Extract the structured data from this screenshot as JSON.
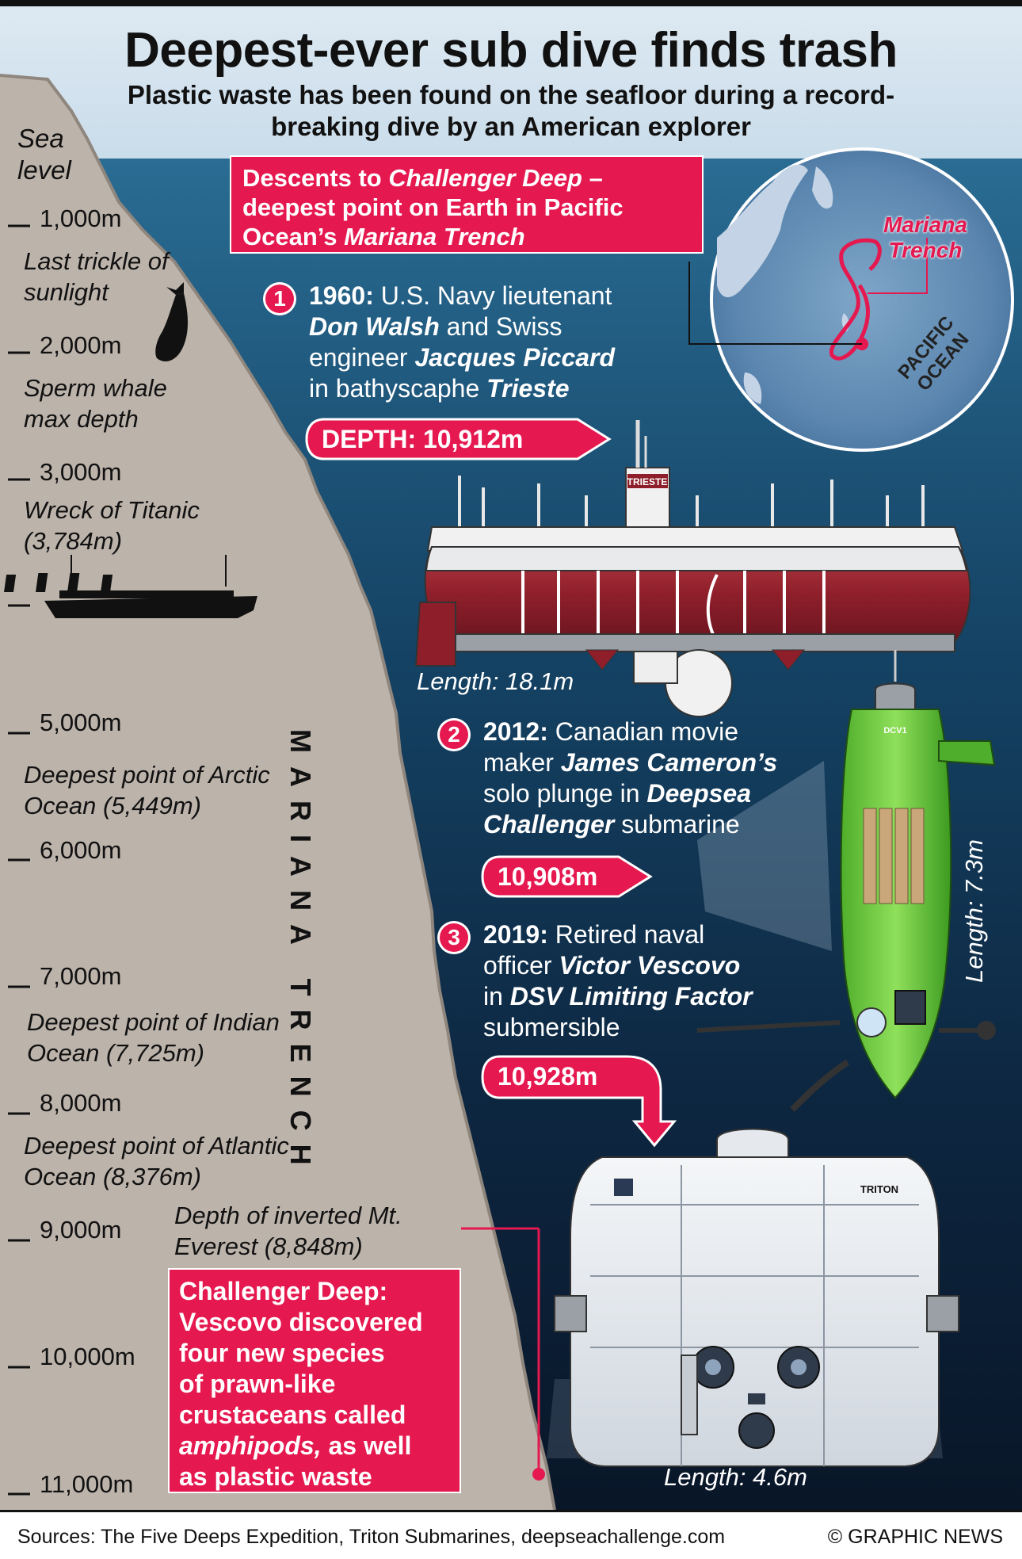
{
  "header": {
    "title": "Deepest-ever sub dive finds trash",
    "subtitle": "Plastic waste has been found on the seafloor during a record-breaking dive by an American explorer"
  },
  "depth_scale": {
    "sea_level": "Sea level",
    "marks": [
      "1,000m",
      "2,000m",
      "3,000m",
      "5,000m",
      "6,000m",
      "7,000m",
      "8,000m",
      "9,000m",
      "10,000m",
      "11,000m"
    ],
    "notes": {
      "sunlight": "Last trickle of sunlight",
      "whale": "Sperm whale max depth",
      "titanic": "Wreck of Titanic (3,784m)",
      "arctic": "Deepest point of Arctic Ocean (5,449m)",
      "indian": "Deepest point of Indian Ocean (7,725m)",
      "atlantic": "Deepest point of Atlantic Ocean (8,376m)",
      "everest": "Depth of inverted Mt. Everest (8,848m)"
    },
    "trench_label": "MARIANA TRENCH"
  },
  "descents_box": {
    "line1_a": "Descents to ",
    "line1_b": "Challenger Deep",
    "line1_c": " –",
    "line2": "deepest point on Earth in Pacific",
    "line3_a": "Ocean’s ",
    "line3_b": "Mariana Trench"
  },
  "map": {
    "trench_label_1": "Mariana",
    "trench_label_2": "Trench",
    "ocean_label_1": "PACIFIC",
    "ocean_label_2": "OCEAN"
  },
  "dives": [
    {
      "number": "1",
      "year": "1960:",
      "t1": " U.S. Navy lieutenant",
      "t2": "Don Walsh",
      "t3": " and Swiss",
      "t4": "engineer ",
      "t5": "Jacques Piccard",
      "t6": "in bathyscaphe ",
      "t7": "Trieste",
      "depth": "DEPTH: 10,912m",
      "length": "Length: 18.1m",
      "vessel_label": "TRIESTE"
    },
    {
      "number": "2",
      "year": "2012:",
      "t1": " Canadian movie",
      "t2": "maker ",
      "t3": "James Cameron’s",
      "t4": "solo plunge in ",
      "t5": "Deepsea",
      "t6": "Challenger",
      "t7": " submarine",
      "depth": "10,908m",
      "length": "Length: 7.3m",
      "vessel_label": "DCV1"
    },
    {
      "number": "3",
      "year": "2019:",
      "t1": " Retired naval",
      "t2": "officer ",
      "t3": "Victor Vescovo",
      "t4": "in ",
      "t5": "DSV Limiting Factor",
      "t6": "submersible",
      "depth": "10,928m",
      "length": "Length: 4.6m",
      "vessel_label": "TRITON"
    }
  ],
  "challenger_box": {
    "l1": "Challenger Deep:",
    "l2": "Vescovo discovered",
    "l3": "four new species",
    "l4": "of prawn-like",
    "l5": "crustaceans called",
    "l6a": "amphipods,",
    "l6b": " as well",
    "l7": "as plastic waste"
  },
  "footer": {
    "sources": "Sources: The Five Deeps Expedition, Triton Submarines, deepseachallenge.com",
    "credit": "© GRAPHIC NEWS"
  },
  "colors": {
    "accent_red": "#e5184f",
    "rock": "#bcb3ab",
    "ocean_top": "#1f5f86",
    "ocean_bottom": "#0b1a2e",
    "sky": "#d7e6f1"
  }
}
